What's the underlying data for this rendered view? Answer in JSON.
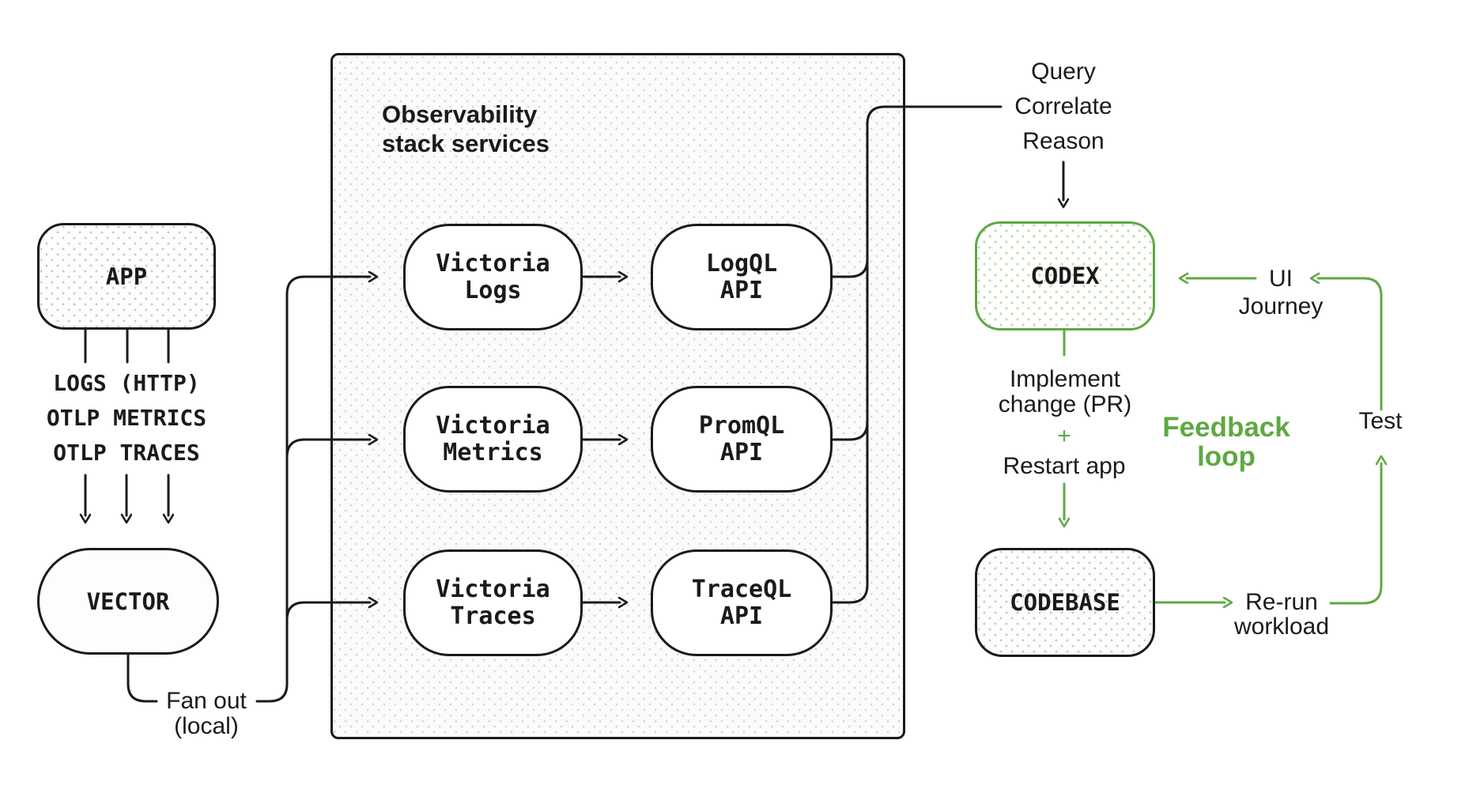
{
  "diagram": {
    "colors": {
      "green": "#5fa844",
      "line": "#1a1a1a"
    },
    "app": {
      "label": "APP"
    },
    "ingest": {
      "line1": "LOGS (HTTP)",
      "line2": "OTLP METRICS",
      "line3": "OTLP TRACES"
    },
    "vector": {
      "label": "VECTOR"
    },
    "fan_out": {
      "line1": "Fan out",
      "line2": "(local)"
    },
    "stack": {
      "title_line1": "Observability",
      "title_line2": "stack services",
      "rows": [
        {
          "service_line1": "Victoria",
          "service_line2": "Logs",
          "api_line1": "LogQL",
          "api_line2": "API"
        },
        {
          "service_line1": "Victoria",
          "service_line2": "Metrics",
          "api_line1": "PromQL",
          "api_line2": "API"
        },
        {
          "service_line1": "Victoria",
          "service_line2": "Traces",
          "api_line1": "TraceQL",
          "api_line2": "API"
        }
      ]
    },
    "agent_flow": {
      "query_line1": "Query",
      "query_line2": "Correlate",
      "query_line3": "Reason",
      "codex": {
        "label": "CODEX"
      },
      "implement_line1": "Implement",
      "implement_line2": "change (PR)",
      "plus": "+",
      "restart": "Restart app",
      "codebase": {
        "label": "CODEBASE"
      },
      "rerun_line1": "Re-run",
      "rerun_line2": "workload",
      "test": "Test",
      "ui_line1": "UI",
      "ui_line2": "Journey",
      "feedback_line1": "Feedback",
      "feedback_line2": "loop"
    }
  }
}
